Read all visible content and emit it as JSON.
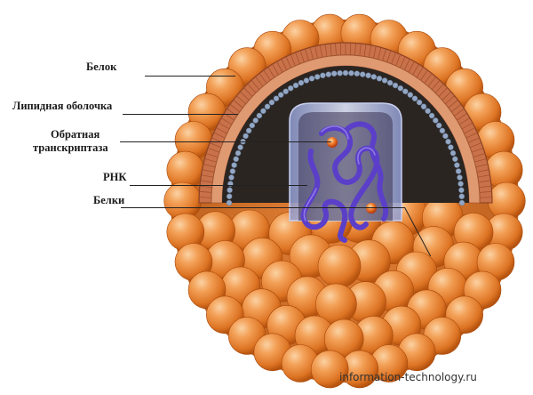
{
  "labels": {
    "protein": "Белок",
    "lipid_envelope": "Липидная оболочка",
    "reverse_transcriptase_line1": "Обратная",
    "reverse_transcriptase_line2": "транскриптаза",
    "rna": "РНК",
    "proteins": "Белки"
  },
  "watermark": "information-technology.ru",
  "colors": {
    "sphere_light": "#f6a55a",
    "sphere_mid": "#e47a22",
    "sphere_dark": "#b9520d",
    "lipid_band": "#c9744a",
    "interior": "#2a2420",
    "bead_ring": "#8ea3c0",
    "capsid": "#b9c3e6",
    "rna": "#5a3ec8",
    "enzyme": "#e85a1c"
  }
}
